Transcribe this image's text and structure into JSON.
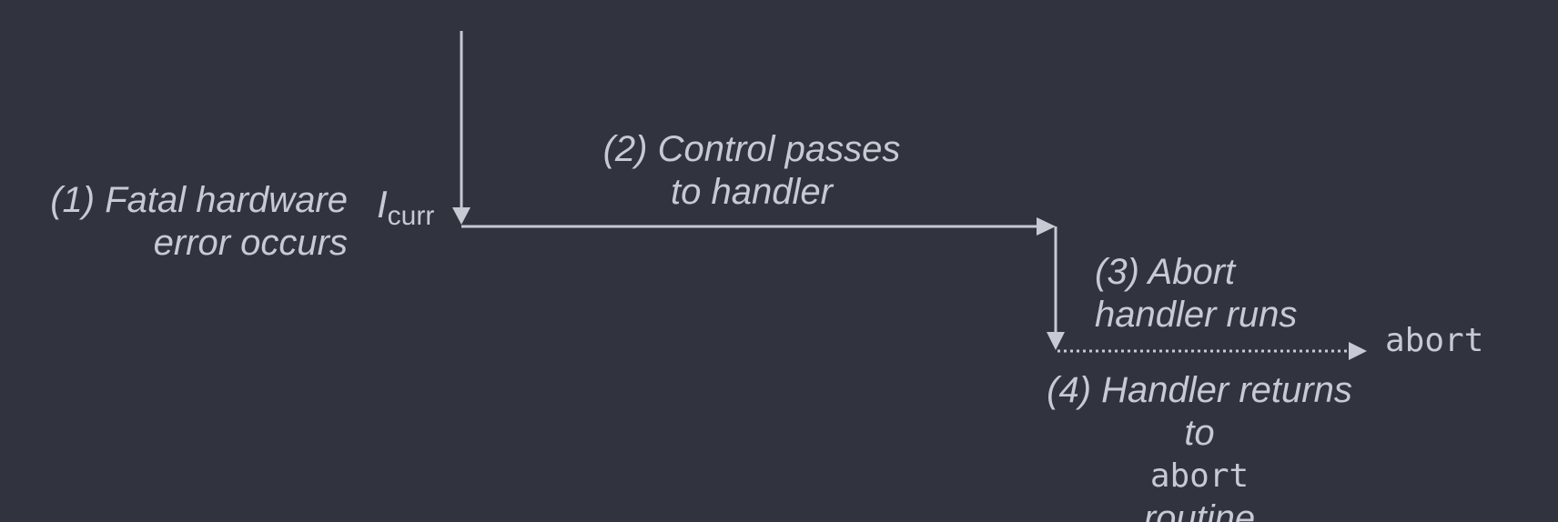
{
  "diagram": {
    "colors": {
      "background": "#31343f",
      "foreground": "#c7c9d3"
    },
    "instruction_label": {
      "base": "I",
      "subscript": "curr"
    },
    "target_label": "abort",
    "steps": [
      {
        "number": "(1)",
        "line1": "(1) Fatal hardware",
        "line2": "error occurs"
      },
      {
        "number": "(2)",
        "line1": "(2) Control passes",
        "line2": "to handler"
      },
      {
        "number": "(3)",
        "line1": "(3) Abort",
        "line2": "handler runs"
      },
      {
        "number": "(4)",
        "line1": "(4) Handler returns",
        "line2_prefix": "to",
        "line2_code": "abort",
        "line2_suffix": "routine"
      }
    ]
  }
}
